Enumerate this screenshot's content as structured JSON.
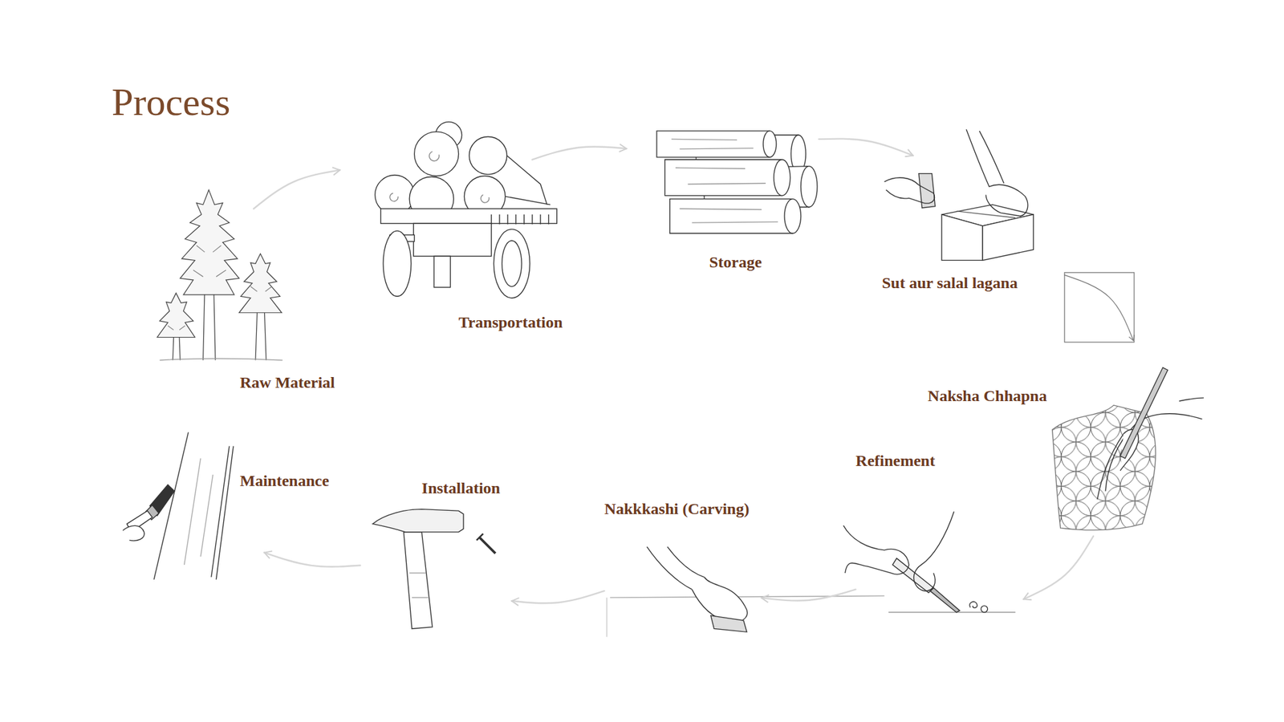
{
  "diagram": {
    "title": "Process",
    "nodes": [
      {
        "text": [
          "Raw Material"
        ]
      },
      {
        "text": [
          "Transportation"
        ]
      },
      {
        "text": [
          "Storage"
        ]
      },
      {
        "text": [
          "Sut aur salal lagana"
        ]
      },
      {
        "text": [
          "Naksha Chhapna"
        ]
      },
      {
        "text": [
          "Refinement"
        ]
      },
      {
        "text": [
          "Nakkkashi (Carving)"
        ]
      },
      {
        "text": [
          "Installation"
        ]
      },
      {
        "text": [
          "Maintenance"
        ]
      }
    ],
    "edges": [
      {
        "from": 0,
        "to": 1,
        "arrow": "to"
      },
      {
        "from": 1,
        "to": 2,
        "arrow": "to"
      },
      {
        "from": 2,
        "to": 3,
        "arrow": "to"
      },
      {
        "from": 3,
        "to": 4,
        "arrow": "to"
      },
      {
        "from": 4,
        "to": 5,
        "arrow": "to"
      },
      {
        "from": 5,
        "to": 6,
        "arrow": "to"
      },
      {
        "from": 6,
        "to": 7,
        "arrow": "to"
      },
      {
        "from": 7,
        "to": 8,
        "arrow": "to"
      }
    ]
  }
}
